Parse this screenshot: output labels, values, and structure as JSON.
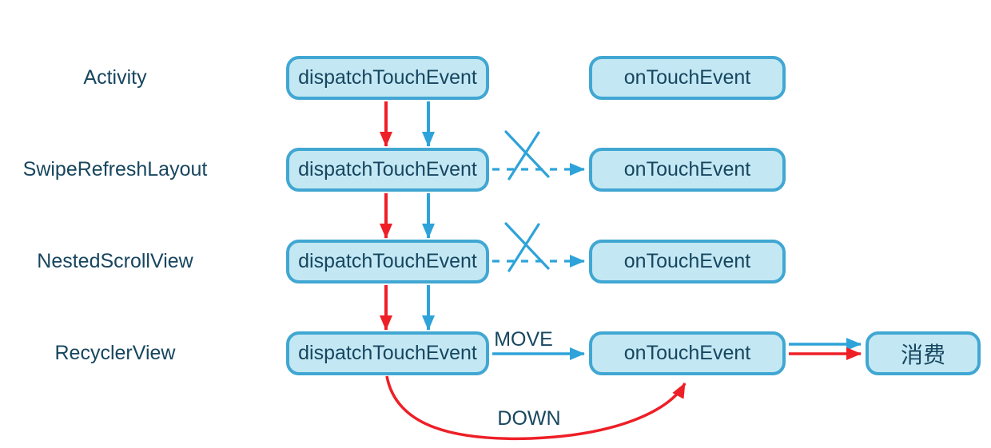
{
  "diagram": {
    "rows": [
      {
        "label": "Activity",
        "dispatch_label": "dispatchTouchEvent",
        "ontouch_label": "onTouchEvent"
      },
      {
        "label": "SwipeRefreshLayout",
        "dispatch_label": "dispatchTouchEvent",
        "ontouch_label": "onTouchEvent"
      },
      {
        "label": "NestedScrollView",
        "dispatch_label": "dispatchTouchEvent",
        "ontouch_label": "onTouchEvent"
      },
      {
        "label": "RecyclerView",
        "dispatch_label": "dispatchTouchEvent",
        "ontouch_label": "onTouchEvent"
      }
    ],
    "consume_label": "消费",
    "arrow_labels": {
      "move": "MOVE",
      "down": "DOWN"
    },
    "colors": {
      "box_fill": "#c3e8f4",
      "box_border": "#41a7d2",
      "arrow_blue": "#2ea3d9",
      "arrow_red": "#ee1f27",
      "text": "#17465f"
    }
  }
}
